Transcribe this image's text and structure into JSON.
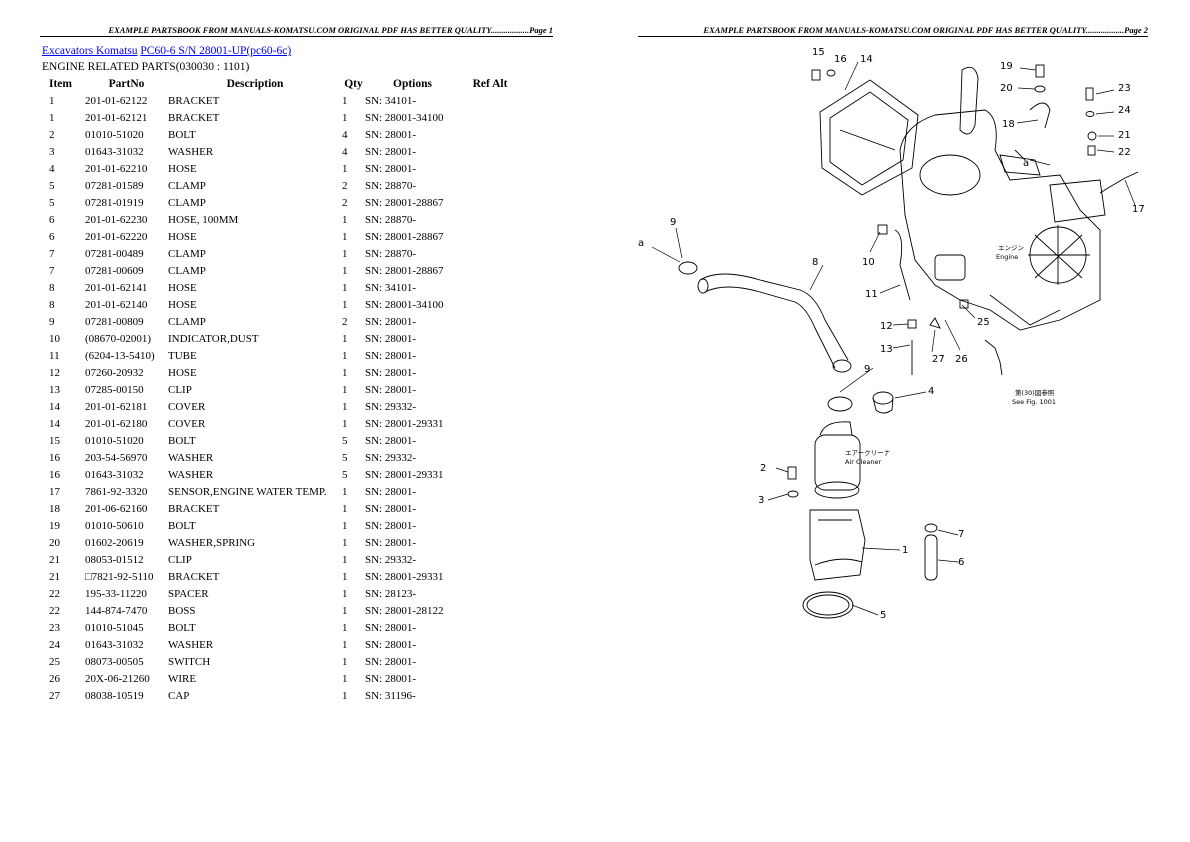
{
  "header": {
    "page1": "EXAMPLE PARTSBOOK FROM MANUALS-KOMATSU.COM ORIGINAL PDF HAS BETTER QUALITY..................Page 1",
    "page2": "EXAMPLE PARTSBOOK FROM MANUALS-KOMATSU.COM ORIGINAL PDF HAS BETTER QUALITY..................Page 2"
  },
  "breadcrumb": {
    "link1": "Excavators Komatsu",
    "link2": "PC60-6 S/N 28001-UP(pc60-6c)"
  },
  "section_title": "ENGINE RELATED PARTS(030030 : 1101)",
  "table": {
    "headers": [
      "Item",
      "PartNo",
      "Description",
      "Qty",
      "Options",
      "Ref Alt"
    ],
    "rows": [
      [
        "1",
        "201-01-62122",
        "BRACKET",
        "1",
        "SN: 34101-"
      ],
      [
        "1",
        "201-01-62121",
        "BRACKET",
        "1",
        "SN: 28001-34100"
      ],
      [
        "2",
        "01010-51020",
        "BOLT",
        "4",
        "SN: 28001-"
      ],
      [
        "3",
        "01643-31032",
        "WASHER",
        "4",
        "SN: 28001-"
      ],
      [
        "4",
        "201-01-62210",
        "HOSE",
        "1",
        "SN: 28001-"
      ],
      [
        "5",
        "07281-01589",
        "CLAMP",
        "2",
        "SN: 28870-"
      ],
      [
        "5",
        "07281-01919",
        "CLAMP",
        "2",
        "SN: 28001-28867"
      ],
      [
        "6",
        "201-01-62230",
        "HOSE, 100MM",
        "1",
        "SN: 28870-"
      ],
      [
        "6",
        "201-01-62220",
        "HOSE",
        "1",
        "SN: 28001-28867"
      ],
      [
        "7",
        "07281-00489",
        "CLAMP",
        "1",
        "SN: 28870-"
      ],
      [
        "7",
        "07281-00609",
        "CLAMP",
        "1",
        "SN: 28001-28867"
      ],
      [
        "8",
        "201-01-62141",
        "HOSE",
        "1",
        "SN: 34101-"
      ],
      [
        "8",
        "201-01-62140",
        "HOSE",
        "1",
        "SN: 28001-34100"
      ],
      [
        "9",
        "07281-00809",
        "CLAMP",
        "2",
        "SN: 28001-"
      ],
      [
        "10",
        "(08670-02001)",
        "INDICATOR,DUST",
        "1",
        "SN: 28001-"
      ],
      [
        "11",
        "(6204-13-5410)",
        "TUBE",
        "1",
        "SN: 28001-"
      ],
      [
        "12",
        "07260-20932",
        "HOSE",
        "1",
        "SN: 28001-"
      ],
      [
        "13",
        "07285-00150",
        "CLIP",
        "1",
        "SN: 28001-"
      ],
      [
        "14",
        "201-01-62181",
        "COVER",
        "1",
        "SN: 29332-"
      ],
      [
        "14",
        "201-01-62180",
        "COVER",
        "1",
        "SN: 28001-29331"
      ],
      [
        "15",
        "01010-51020",
        "BOLT",
        "5",
        "SN: 28001-"
      ],
      [
        "16",
        "203-54-56970",
        "WASHER",
        "5",
        "SN: 29332-"
      ],
      [
        "16",
        "01643-31032",
        "WASHER",
        "5",
        "SN: 28001-29331"
      ],
      [
        "17",
        "7861-92-3320",
        "SENSOR,ENGINE WATER TEMP.",
        "1",
        "SN: 28001-"
      ],
      [
        "18",
        "201-06-62160",
        "BRACKET",
        "1",
        "SN: 28001-"
      ],
      [
        "19",
        "01010-50610",
        "BOLT",
        "1",
        "SN: 28001-"
      ],
      [
        "20",
        "01602-20619",
        "WASHER,SPRING",
        "1",
        "SN: 28001-"
      ],
      [
        "21",
        "08053-01512",
        "CLIP",
        "1",
        "SN: 29332-"
      ],
      [
        "21",
        "□7821-92-5110",
        "BRACKET",
        "1",
        "SN: 28001-29331"
      ],
      [
        "22",
        "195-33-11220",
        "SPACER",
        "1",
        "SN: 28123-"
      ],
      [
        "22",
        "144-874-7470",
        "BOSS",
        "1",
        "SN: 28001-28122"
      ],
      [
        "23",
        "01010-51045",
        "BOLT",
        "1",
        "SN: 28001-"
      ],
      [
        "24",
        "01643-31032",
        "WASHER",
        "1",
        "SN: 28001-"
      ],
      [
        "25",
        "08073-00505",
        "SWITCH",
        "1",
        "SN: 28001-"
      ],
      [
        "26",
        "20X-06-21260",
        "WIRE",
        "1",
        "SN: 28001-"
      ],
      [
        "27",
        "08038-10519",
        "CAP",
        "1",
        "SN: 31196-"
      ]
    ]
  },
  "diagram": {
    "callouts": [
      "1",
      "2",
      "3",
      "4",
      "5",
      "6",
      "7",
      "8",
      "9",
      "9",
      "10",
      "11",
      "12",
      "13",
      "14",
      "15",
      "16",
      "17",
      "18",
      "19",
      "20",
      "21",
      "22",
      "23",
      "24",
      "25",
      "26",
      "27",
      "a",
      "a"
    ],
    "engine_jp": "エンジン",
    "engine_en": "Engine",
    "aircleaner_jp": "エアークリーナ",
    "aircleaner_en": "Air Cleaner",
    "fig_jp": "第(30)図参照",
    "fig_en": "See Fig. 1001"
  }
}
